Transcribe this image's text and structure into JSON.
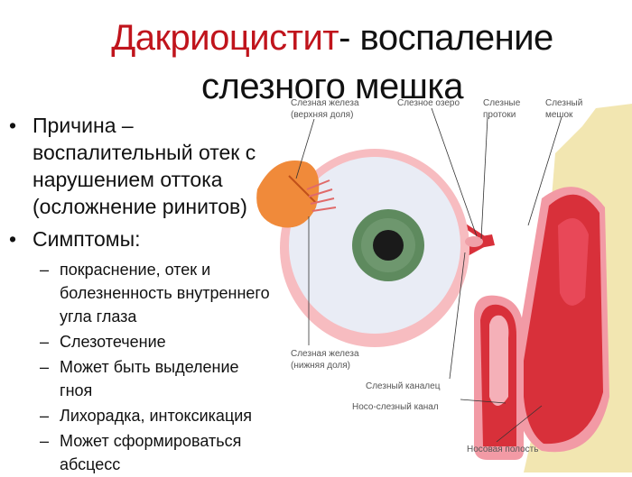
{
  "title": {
    "term": "Дакриоцистит",
    "rest_line1": "- воспаление",
    "line2": "слезного мешка"
  },
  "bullets": [
    {
      "lines": [
        "Причина –",
        "воспалительный отек с",
        "нарушением оттока",
        "(осложнение ринитов)"
      ]
    },
    {
      "lines": [
        "Симптомы:"
      ],
      "subitems": [
        {
          "lines": [
            "покраснение, отек и",
            "болезненность внутреннего",
            "угла глаза"
          ]
        },
        {
          "lines": [
            "Слезотечение"
          ]
        },
        {
          "lines": [
            "Может быть выделение",
            "гноя"
          ]
        },
        {
          "lines": [
            "Лихорадка, интоксикация"
          ]
        },
        {
          "lines": [
            "Может сформироваться",
            "абсцесс"
          ]
        }
      ]
    }
  ],
  "dash": "–",
  "diagram_labels": {
    "gland_upper_1": "Слезная железа",
    "gland_upper_2": "(верхняя доля)",
    "tear_lake": "Слезное озеро",
    "ducts_1": "Слезные",
    "ducts_2": "протоки",
    "sac_1": "Слезный",
    "sac_2": "мешок",
    "gland_lower_1": "Слезная железа",
    "gland_lower_2": "(нижняя доля)",
    "canaliculus": "Слезный каналец",
    "nasolacrimal": "Носо-слезный канал",
    "nasal_cavity": "Носовая полость"
  },
  "colors": {
    "title_accent": "#c0141c",
    "iris": "#5e8a5e",
    "gland": "#f08a3a",
    "tissue_red": "#d8303a",
    "tissue_pink": "#f29aa5",
    "bone": "#f1e3a8"
  }
}
